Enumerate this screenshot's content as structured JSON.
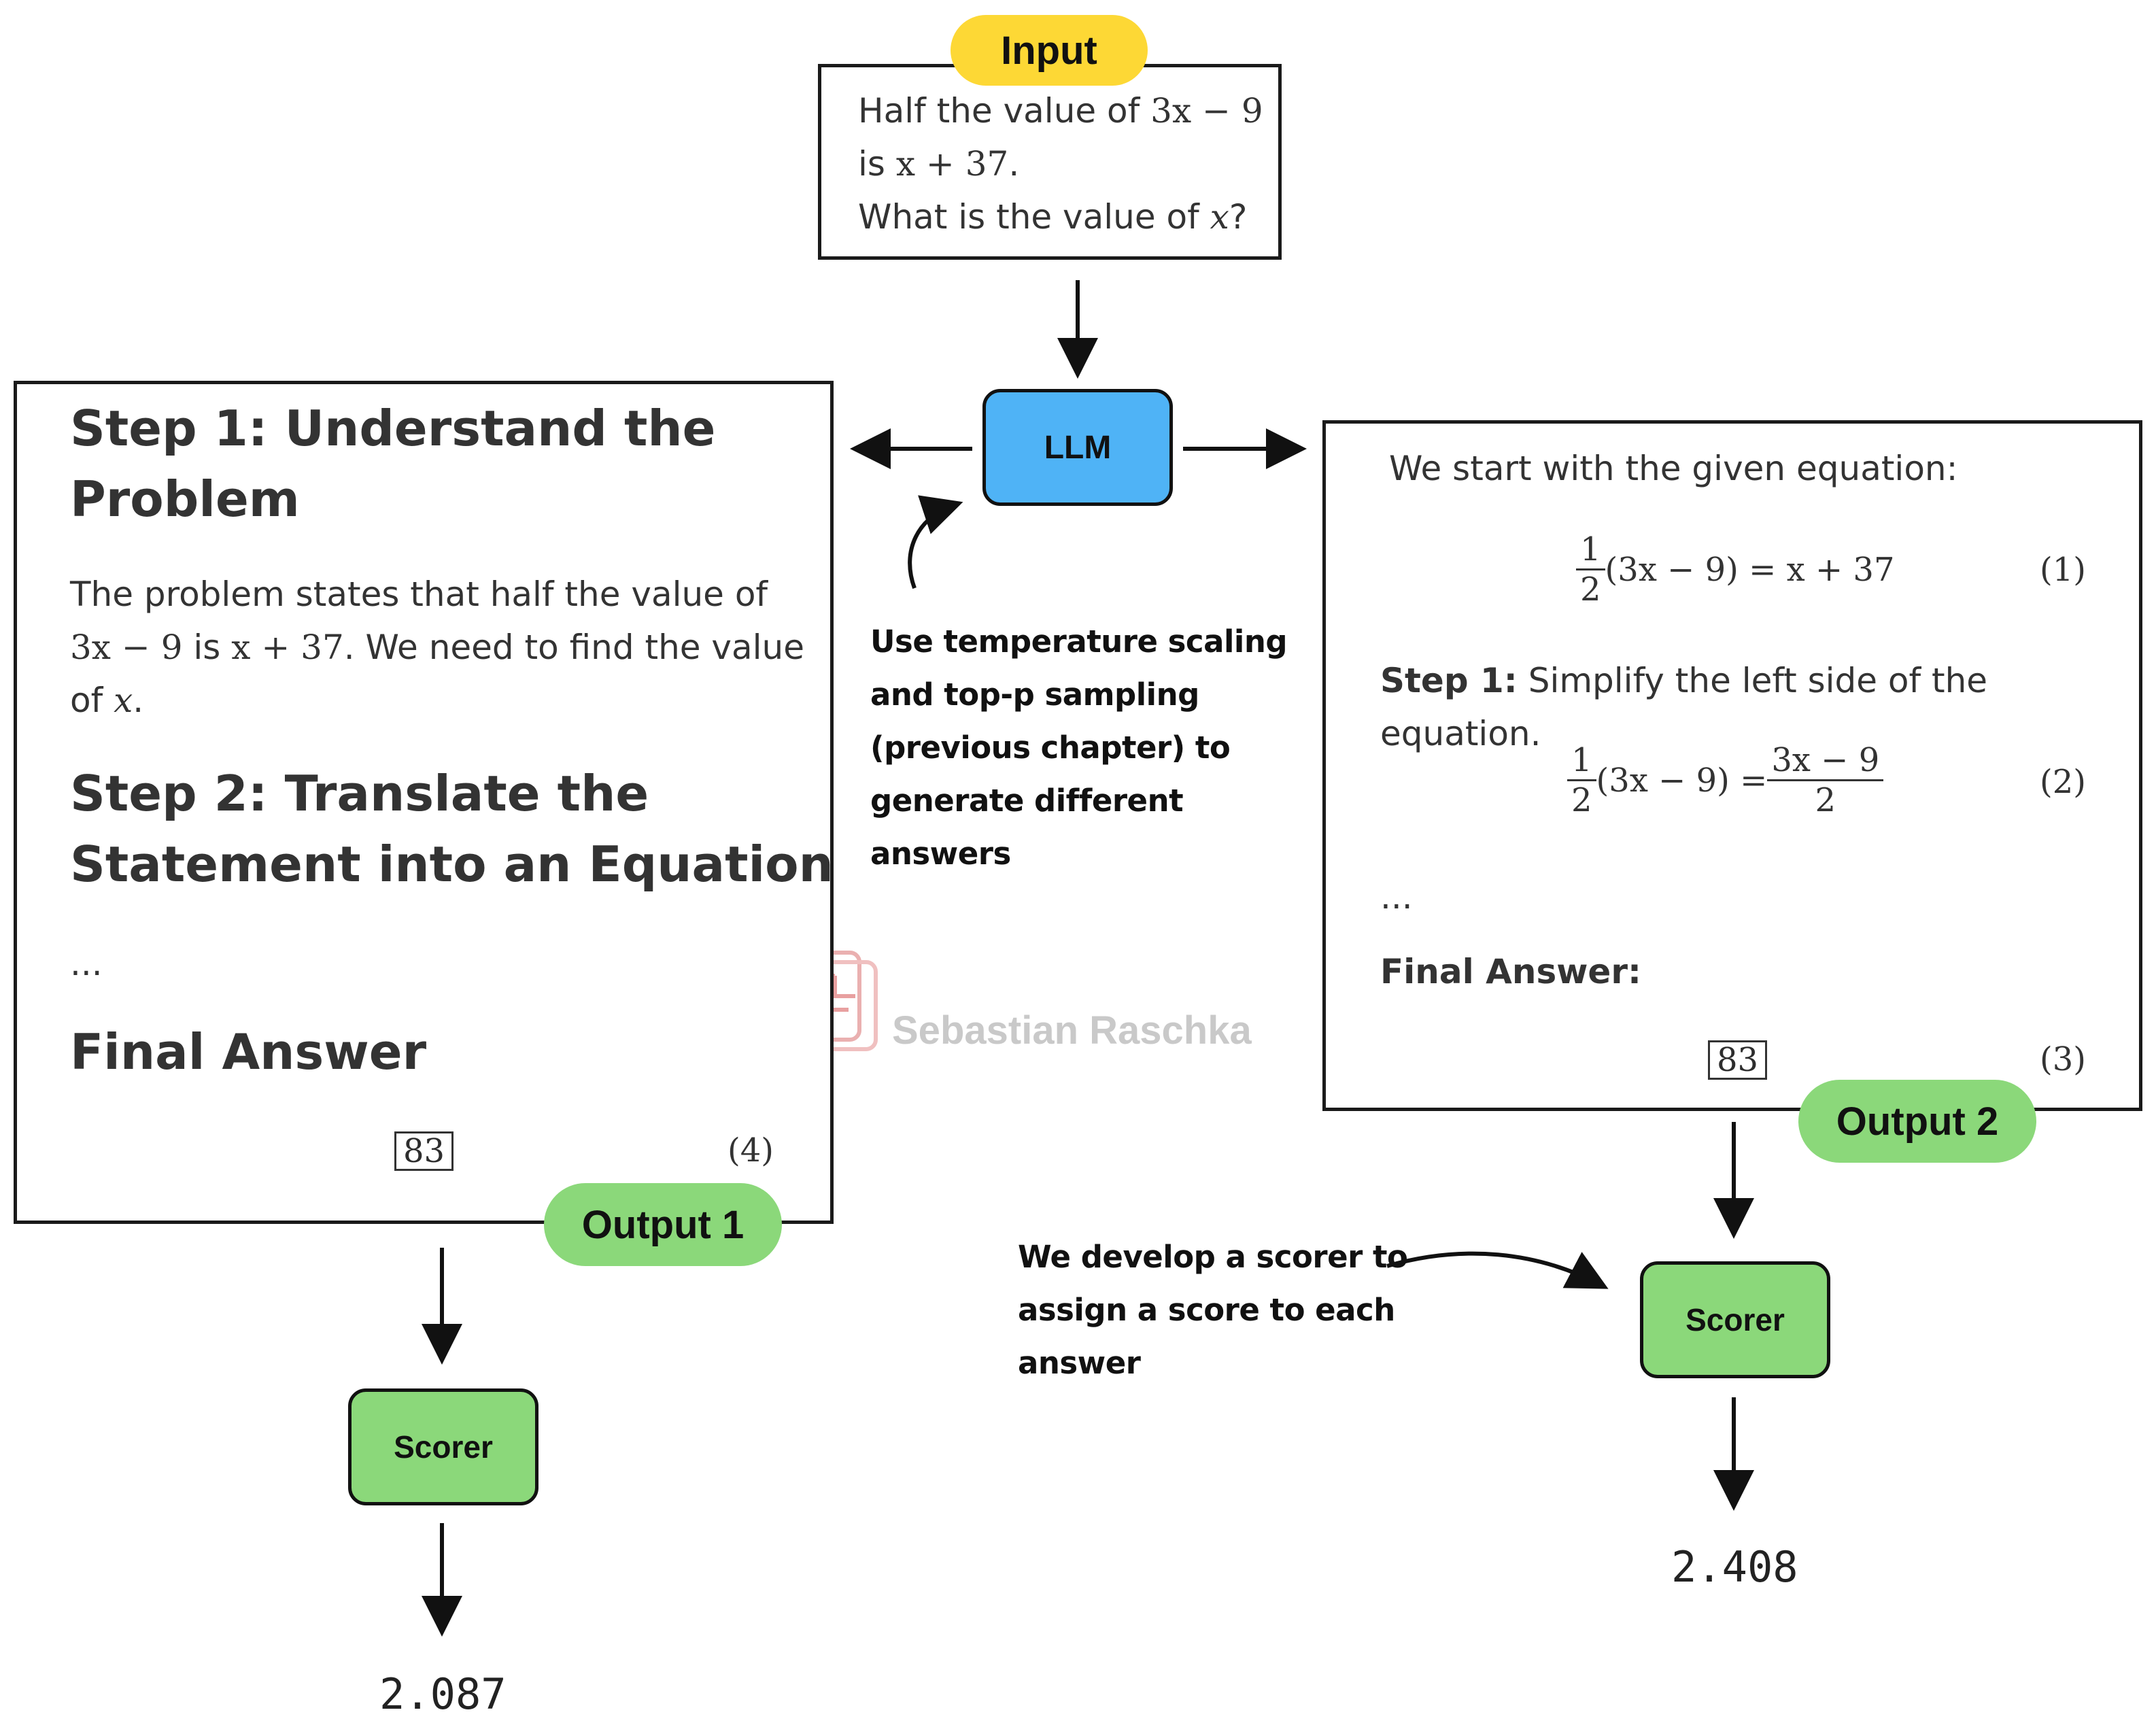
{
  "input": {
    "label": "Input",
    "line1_text": "Half the value of ",
    "line1_math": "3x − 9",
    "line2_text": "is ",
    "line2_math": "x + 37",
    "line2_end": ".",
    "line3_text": "What is the value of ",
    "line3_math": "x",
    "line3_end": "?"
  },
  "llm": {
    "label": "LLM"
  },
  "annotation_sampling": {
    "lines": [
      "Use temperature scaling",
      "and top-p sampling",
      "(previous chapter) to",
      "generate different",
      "answers"
    ]
  },
  "annotation_scorer": {
    "lines": [
      "We develop a scorer to",
      "assign a score to each",
      "answer"
    ]
  },
  "watermark": {
    "text": "Sebastian Raschka"
  },
  "output1": {
    "label": "Output 1",
    "step1_heading_l1": "Step 1: Understand the",
    "step1_heading_l2": "Problem",
    "body_l1": "The problem states that half the value of",
    "body_l2_math_a": "3x − 9",
    "body_l2_mid": " is ",
    "body_l2_math_b": "x + 37",
    "body_l2_end": ". We need to find the value",
    "body_l3_text": "of ",
    "body_l3_math": "x",
    "body_l3_end": ".",
    "step2_heading_l1": "Step 2: Translate the",
    "step2_heading_l2": "Statement into an Equation",
    "ellipsis": "...",
    "final_heading": "Final Answer",
    "answer": "83",
    "eq_num": "(4)",
    "scorer_label": "Scorer",
    "score": "2.087"
  },
  "output2": {
    "label": "Output 2",
    "intro": "We start with the given equation:",
    "eq1_num_top": "1",
    "eq1_den": "2",
    "eq1_rest": "(3x − 9) = x + 37",
    "eq1_tag": "(1)",
    "step1_bold": "Step 1:",
    "step1_text": " Simplify the left side of the equation.",
    "eq2_num_top": "1",
    "eq2_den": "2",
    "eq2_mid": "(3x − 9) = ",
    "eq2_rhs_num": "3x − 9",
    "eq2_rhs_den": "2",
    "eq2_tag": "(2)",
    "ellipsis": "...",
    "final_heading": "Final Answer:",
    "answer": "83",
    "eq3_tag": "(3)",
    "scorer_label": "Scorer",
    "score": "2.408"
  },
  "colors": {
    "input_pill": "#fdd835",
    "llm_node": "#4fb3f6",
    "output_pill": "#8bd87a",
    "scorer_node": "#8bd87a",
    "watermark": "#c9c9c9",
    "watermark_logo": "#e8a0a0"
  }
}
